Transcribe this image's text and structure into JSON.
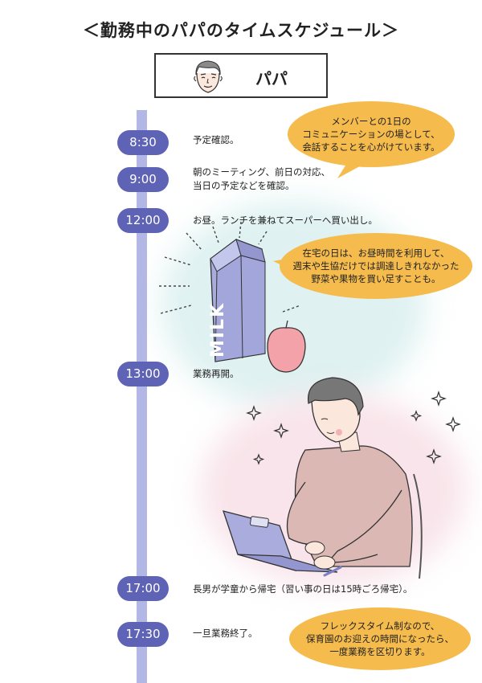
{
  "title": "＜勤務中のパパのタイムスケジュール＞",
  "profile": {
    "name": "パパ"
  },
  "schedule": [
    {
      "time": "8:30",
      "lines": [
        "予定確認。"
      ]
    },
    {
      "time": "9:00",
      "lines": [
        "朝のミーティング、前日の対応、",
        "当日の予定などを確認。"
      ]
    },
    {
      "time": "12:00",
      "lines": [
        "お昼。ランチを兼ねてスーパーへ買い出し。"
      ]
    },
    {
      "time": "13:00",
      "lines": [
        "業務再開。"
      ]
    },
    {
      "time": "17:00",
      "lines": [
        "長男が学童から帰宅（習い事の日は15時ごろ帰宅）。"
      ]
    },
    {
      "time": "17:30",
      "lines": [
        "一旦業務終了。"
      ]
    }
  ],
  "bubbles": [
    {
      "lines": [
        "メンバーとの1日の",
        "コミュニケーションの場として、",
        "会話することを心がけています。"
      ]
    },
    {
      "lines": [
        "在宅の日は、お昼時間を利用して、",
        "週末や生協だけでは調達しきれなかった",
        "野菜や果物を買い足すことも。"
      ]
    },
    {
      "lines": [
        "フレックスタイム制なので、",
        "保育園のお迎えの時間になったら、",
        "一度業務を区切ります。"
      ]
    }
  ],
  "milk_label": "MILK",
  "colors": {
    "timeline": "#b3b7e6",
    "pill": "#5e63b5",
    "bubble": "#f5bb4c"
  }
}
